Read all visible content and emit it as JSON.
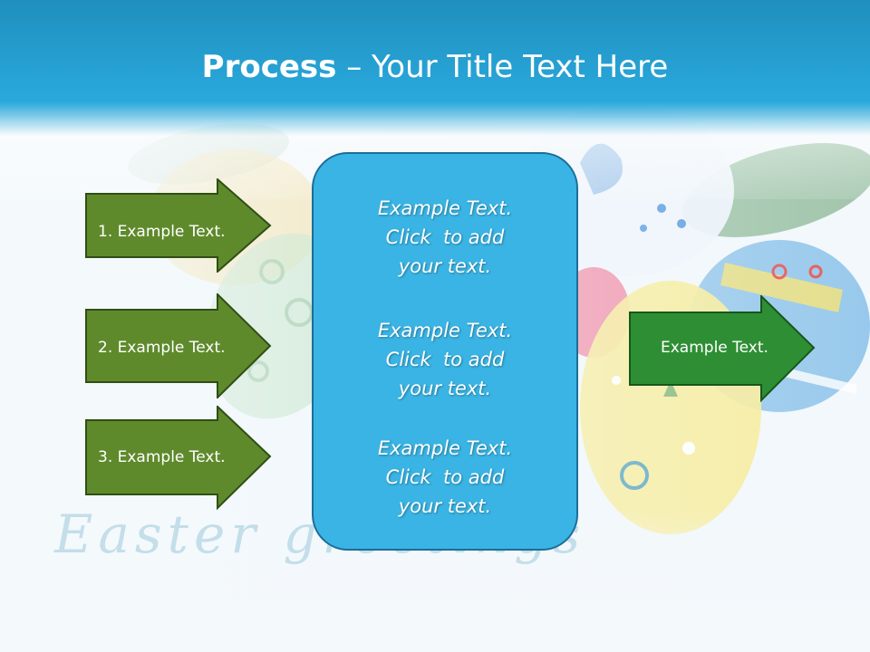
{
  "slide": {
    "title_bold": "Process",
    "title_dash": " – ",
    "title_rest": "Your Title Text Here",
    "watermark": "Easter greetings"
  },
  "left_arrows": [
    {
      "label": "1. Example Text."
    },
    {
      "label": "2. Example Text."
    },
    {
      "label": "3. Example Text."
    }
  ],
  "center_blocks": [
    {
      "line1": "Example Text.",
      "line2": "Click  to add",
      "line3": "your text."
    },
    {
      "line1": "Example Text.",
      "line2": "Click  to add",
      "line3": "your text."
    },
    {
      "line1": "Example Text.",
      "line2": "Click  to add",
      "line3": "your text."
    }
  ],
  "right_arrow": {
    "label": "Example Text."
  },
  "colors": {
    "title_bar_top": "#1f8fbe",
    "title_bar_bottom": "#2aa9dc",
    "left_arrow_fill": "#5f8a2c",
    "right_arrow_fill": "#2e8e34",
    "center_box_fill": "#3ab4e4",
    "center_box_border": "#1b6e98"
  }
}
